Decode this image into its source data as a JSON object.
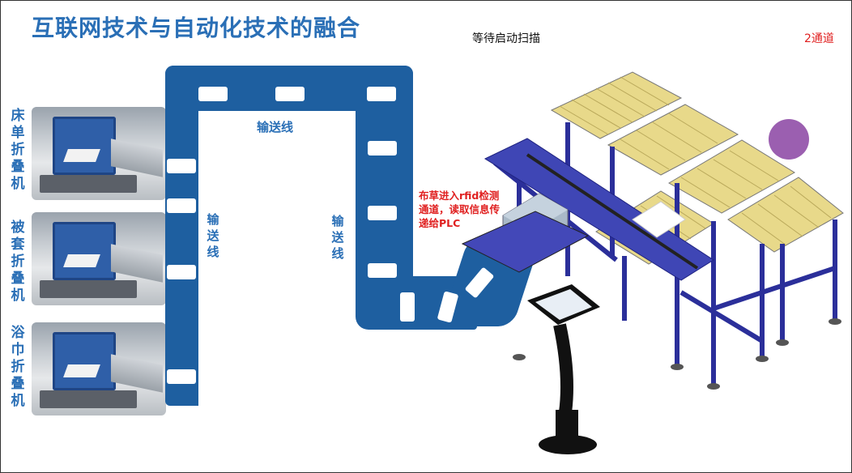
{
  "title": "互联网技术与自动化技术的融合",
  "status_text": "等待启动扫描",
  "channel_text": "2通道",
  "machines": [
    {
      "label": "床单折叠机"
    },
    {
      "label": "被套折叠机"
    },
    {
      "label": "浴巾折叠机"
    }
  ],
  "conveyor": {
    "top_label": "输送线",
    "left_label": "输送线",
    "right_label": "输送线"
  },
  "rfid_note": "布草进入rfid检测通道，读取信息传递给PLC",
  "colors": {
    "title": "#2a6fb6",
    "belt": "#1e5fa0",
    "note_red": "#e02020",
    "frame_blue": "#2b2f9a",
    "roller_yellow": "#e8d98a",
    "circle": "#9b5fb0"
  }
}
